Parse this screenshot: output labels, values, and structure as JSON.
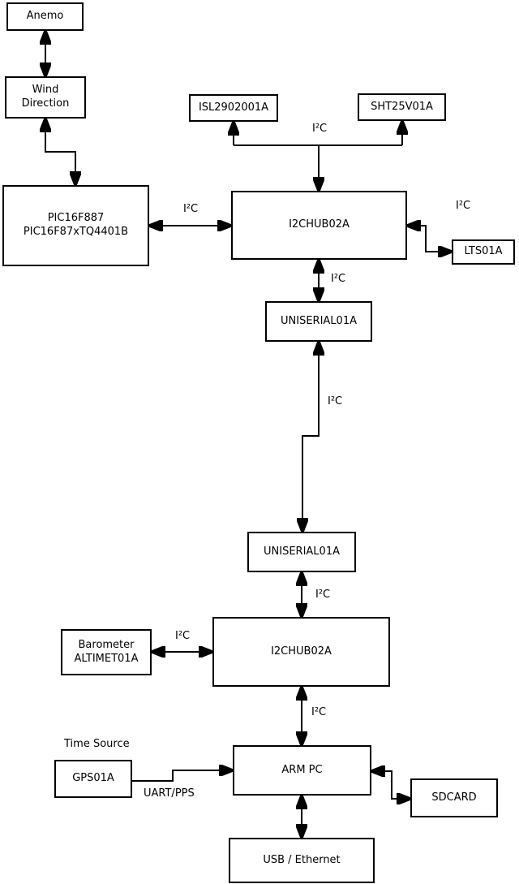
{
  "diagram_title": "",
  "colors": {
    "line": "#000000",
    "node_fill": "#ffffff",
    "background": "#ffffff"
  },
  "nodes": {
    "anemo": {
      "label": "Anemo"
    },
    "wind": {
      "line1": "Wind",
      "line2": "Direction"
    },
    "pic": {
      "line1": "PIC16F887",
      "line2": "PIC16F87xTQ4401B"
    },
    "isl": {
      "label": "ISL2902001A"
    },
    "sht": {
      "label": "SHT25V01A"
    },
    "hub1": {
      "label": "I2CHUB02A"
    },
    "lts": {
      "label": "LTS01A"
    },
    "uniserial1": {
      "label": "UNISERIAL01A"
    },
    "uniserial2": {
      "label": "UNISERIAL01A"
    },
    "hub2": {
      "label": "I2CHUB02A"
    },
    "barometer": {
      "line1": "Barometer",
      "line2": "ALTIMET01A"
    },
    "gps": {
      "label": "GPS01A"
    },
    "arm_pc": {
      "label": "ARM PC"
    },
    "sdcard": {
      "label": "SDCARD"
    },
    "usb_ethernet": {
      "label": "USB / Ethernet"
    }
  },
  "edge_labels": {
    "i2c": "I²C",
    "time_source": "Time Source",
    "uart_pps": "UART/PPS"
  },
  "edges": [
    {
      "from": "Anemo",
      "to": "Wind Direction",
      "arrows": "both",
      "label": ""
    },
    {
      "from": "Wind Direction",
      "to": "PIC16F887 PIC16F87xTQ4401B",
      "arrows": "both",
      "label": ""
    },
    {
      "from": "PIC16F887 PIC16F87xTQ4401B",
      "to": "I2CHUB02A (1)",
      "arrows": "both",
      "label": "I²C"
    },
    {
      "from": "I2CHUB02A (1)",
      "to": "ISL2902001A",
      "arrows": "end",
      "label": "I²C"
    },
    {
      "from": "I2CHUB02A (1)",
      "to": "SHT25V01A",
      "arrows": "end",
      "label": "I²C"
    },
    {
      "from": "I2CHUB02A (1)",
      "to": "LTS01A",
      "arrows": "both",
      "label": "I²C"
    },
    {
      "from": "I2CHUB02A (1)",
      "to": "UNISERIAL01A (1)",
      "arrows": "both",
      "label": "I²C"
    },
    {
      "from": "UNISERIAL01A (1)",
      "to": "UNISERIAL01A (2)",
      "arrows": "both",
      "label": "I²C"
    },
    {
      "from": "UNISERIAL01A (2)",
      "to": "I2CHUB02A (2)",
      "arrows": "both",
      "label": "I²C"
    },
    {
      "from": "Barometer ALTIMET01A",
      "to": "I2CHUB02A (2)",
      "arrows": "both",
      "label": "I²C"
    },
    {
      "from": "I2CHUB02A (2)",
      "to": "ARM PC",
      "arrows": "both",
      "label": "I²C"
    },
    {
      "from": "GPS01A",
      "to": "ARM PC",
      "arrows": "end",
      "label": "UART/PPS"
    },
    {
      "from": "ARM PC",
      "to": "SDCARD",
      "arrows": "both",
      "label": ""
    },
    {
      "from": "ARM PC",
      "to": "USB / Ethernet",
      "arrows": "both",
      "label": ""
    }
  ]
}
